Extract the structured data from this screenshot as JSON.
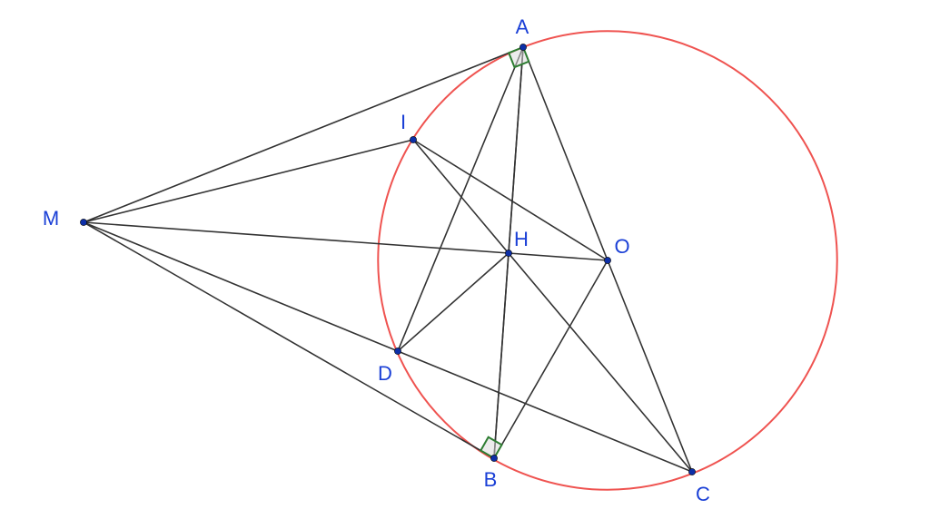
{
  "diagram": {
    "points": [
      {
        "id": "A",
        "label": "A"
      },
      {
        "id": "I",
        "label": "I"
      },
      {
        "id": "M",
        "label": "M"
      },
      {
        "id": "H",
        "label": "H"
      },
      {
        "id": "O",
        "label": "O"
      },
      {
        "id": "D",
        "label": "D"
      },
      {
        "id": "B",
        "label": "B"
      },
      {
        "id": "C",
        "label": "C"
      }
    ],
    "segments": [
      [
        "M",
        "A"
      ],
      [
        "M",
        "I"
      ],
      [
        "M",
        "H"
      ],
      [
        "M",
        "D"
      ],
      [
        "M",
        "B"
      ],
      [
        "A",
        "O"
      ],
      [
        "A",
        "H"
      ],
      [
        "A",
        "D"
      ],
      [
        "A",
        "B"
      ],
      [
        "I",
        "O"
      ],
      [
        "I",
        "C"
      ],
      [
        "H",
        "O"
      ],
      [
        "H",
        "D"
      ],
      [
        "O",
        "B"
      ],
      [
        "O",
        "C"
      ],
      [
        "D",
        "C"
      ],
      [
        "B",
        "H"
      ]
    ],
    "circle": {
      "center": "O",
      "through": "A",
      "color": "#ef5350"
    },
    "right_angles": [
      {
        "vertex": "A",
        "arms": [
          "M",
          "O"
        ]
      },
      {
        "vertex": "B",
        "arms": [
          "M",
          "O"
        ]
      }
    ],
    "colors": {
      "segment": "#333333",
      "circle": "#ef5350",
      "point": "#0d2fa8",
      "label": "#1a3fd6",
      "right_angle_marker": "#2e7d32"
    }
  }
}
